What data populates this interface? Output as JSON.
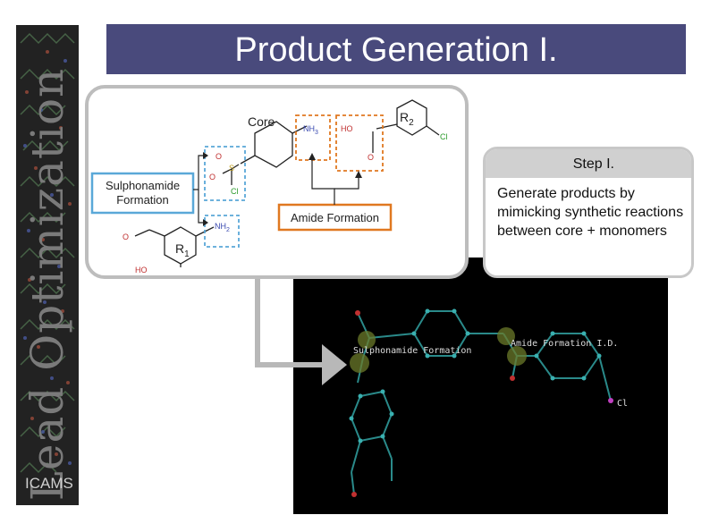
{
  "title": "Product Generation I.",
  "sidebar": {
    "vertical_text": "Lead Optimization",
    "logo": "ICAMS"
  },
  "scheme": {
    "core_label": "Core",
    "r2_label": "R",
    "r2_sub": "2",
    "r1_label": "R",
    "r1_sub": "1",
    "sulphonamide_label": "Sulphonamide Formation",
    "amide_label": "Amide Formation",
    "atoms": {
      "nh3": "NH",
      "nh3_sub": "3",
      "ho": "HO",
      "o_carbonyl": "O",
      "cl_top": "Cl",
      "o1": "O",
      "s": "S",
      "o2": "O",
      "cl_left": "Cl",
      "nh2": "NH",
      "nh2_sub": "2",
      "o_ald": "O",
      "ho_bottom": "HO"
    }
  },
  "step": {
    "title": "Step I.",
    "description": "Generate products by mimicking synthetic reactions between core + monomers"
  },
  "viewer": {
    "label_sulphonamide": "Sulphonamide Formation",
    "label_amide": "Amide Formation I.D.",
    "label_cl": "Cl"
  },
  "colors": {
    "title_bg": "#494a7c",
    "orange": "#e07820",
    "blue": "#5aa8d8",
    "viewer_bg": "#000000",
    "arrow": "#b8b8b8"
  }
}
